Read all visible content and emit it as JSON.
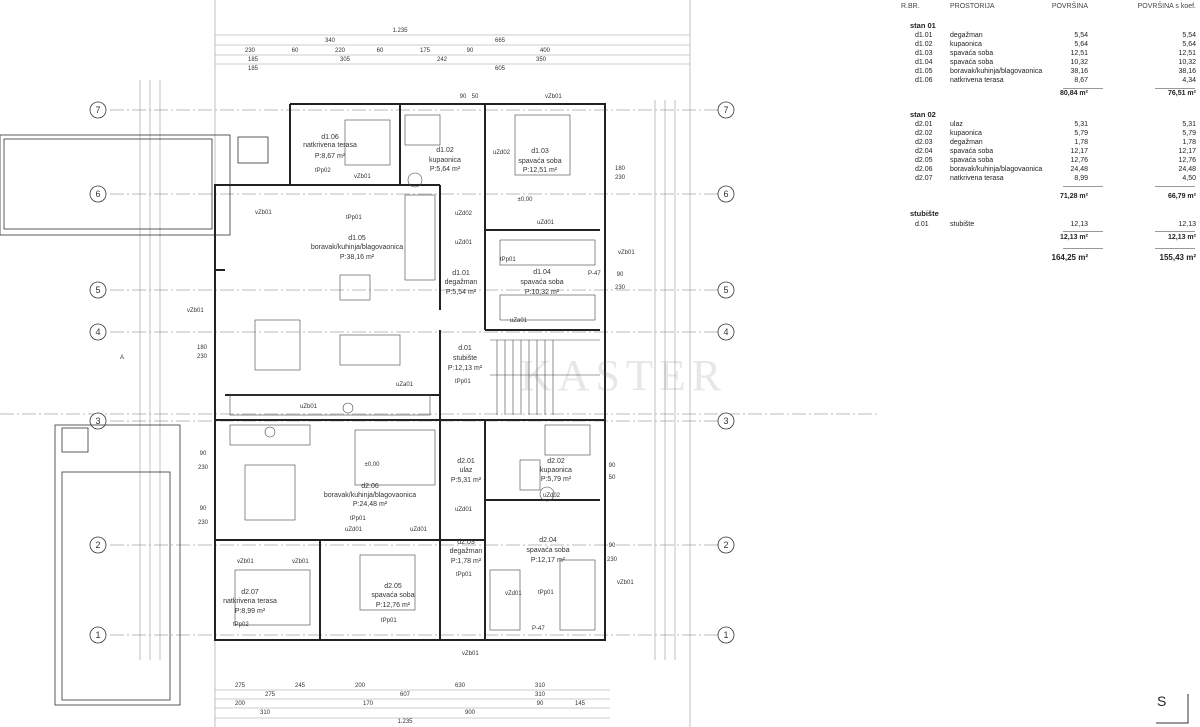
{
  "table": {
    "headers": {
      "rbr": "R.BR.",
      "prostorija": "PROSTORIJA",
      "povrsina": "POVRŠINA",
      "povrsina_koef": "POVRŠINA s koef."
    },
    "sections": [
      {
        "title": "stan 01",
        "rows": [
          {
            "id": "d1.01",
            "name": "degažman",
            "area": "5,54",
            "coef": "5,54"
          },
          {
            "id": "d1.02",
            "name": "kupaonica",
            "area": "5,64",
            "coef": "5,64"
          },
          {
            "id": "d1.03",
            "name": "spavaća soba",
            "area": "12,51",
            "coef": "12,51"
          },
          {
            "id": "d1.04",
            "name": "spavaća soba",
            "area": "10,32",
            "coef": "10,32"
          },
          {
            "id": "d1.05",
            "name": "boravak/kuhinja/blagovaonica",
            "area": "38,16",
            "coef": "38,16"
          },
          {
            "id": "d1.06",
            "name": "natkrivena terasa",
            "area": "8,67",
            "coef": "4,34"
          }
        ],
        "total_area": "80,84 m²",
        "total_coef": "76,51 m²"
      },
      {
        "title": "stan 02",
        "rows": [
          {
            "id": "d2.01",
            "name": "ulaz",
            "area": "5,31",
            "coef": "5,31"
          },
          {
            "id": "d2.02",
            "name": "kupaonica",
            "area": "5,79",
            "coef": "5,79"
          },
          {
            "id": "d2.03",
            "name": "degažman",
            "area": "1,78",
            "coef": "1,78"
          },
          {
            "id": "d2.04",
            "name": "spavaća soba",
            "area": "12,17",
            "coef": "12,17"
          },
          {
            "id": "d2.05",
            "name": "spavaća soba",
            "area": "12,76",
            "coef": "12,76"
          },
          {
            "id": "d2.06",
            "name": "boravak/kuhinja/blagovaonica",
            "area": "24,48",
            "coef": "24,48"
          },
          {
            "id": "d2.07",
            "name": "natkrivena terasa",
            "area": "8,99",
            "coef": "4,50"
          }
        ],
        "total_area": "71,28 m²",
        "total_coef": "66,79 m²"
      },
      {
        "title": "stubište",
        "rows": [
          {
            "id": "d.01",
            "name": "stubište",
            "area": "12,13",
            "coef": "12,13"
          }
        ],
        "total_area": "12,13 m²",
        "total_coef": "12,13 m²"
      }
    ],
    "grand_total_area": "164,25 m²",
    "grand_total_coef": "155,43 m²"
  },
  "plan": {
    "grid_axes": [
      "7",
      "6",
      "5",
      "4",
      "3",
      "2",
      "1"
    ],
    "rooms": [
      {
        "id": "d1.06",
        "name": "natkrivena terasa",
        "area": "P:8,67 m²"
      },
      {
        "id": "d1.02",
        "name": "kupaonica",
        "area": "P:5,64 m²"
      },
      {
        "id": "d1.03",
        "name": "spavaća soba",
        "area": "P:12,51 m²"
      },
      {
        "id": "d1.05",
        "name": "boravak/kuhinja/blagovaonica",
        "area": "P:38,16 m²"
      },
      {
        "id": "d1.01",
        "name": "degažman",
        "area": "P:5,54 m²"
      },
      {
        "id": "d1.04",
        "name": "spavaća soba",
        "area": "P:10,32 m²"
      },
      {
        "id": "d.01",
        "name": "stubište",
        "area": "P:12,13 m²"
      },
      {
        "id": "d2.01",
        "name": "ulaz",
        "area": "P:5,31 m²"
      },
      {
        "id": "d2.02",
        "name": "kupaonica",
        "area": "P:5,79 m²"
      },
      {
        "id": "d2.06",
        "name": "boravak/kuhinja/blagovaonica",
        "area": "P:24,48 m²"
      },
      {
        "id": "d2.03",
        "name": "degažman",
        "area": "P:1,78 m²"
      },
      {
        "id": "d2.04",
        "name": "spavaća soba",
        "area": "P:12,17 m²"
      },
      {
        "id": "d2.07",
        "name": "natkrivena terasa",
        "area": "P:8,99 m²"
      },
      {
        "id": "d2.05",
        "name": "spavaća soba",
        "area": "P:12,76 m²"
      }
    ],
    "codes": {
      "vzb01": "vZb01",
      "uzd01": "uZd01",
      "uzd02": "uZd02",
      "tpp01": "tPp01",
      "uza01": "uZa01",
      "uzb01": "uZb01",
      "vzd01": "vZd01",
      "tpp02": "tPp02",
      "pm47": "P-47"
    },
    "dimensions_top": [
      "1.235",
      "340",
      "665",
      "230",
      "60",
      "220",
      "60",
      "175",
      "90",
      "400",
      "185",
      "305",
      "242",
      "350",
      "605",
      "185"
    ],
    "dimensions_bottom": [
      "275",
      "275",
      "245",
      "200",
      "310",
      "200",
      "607",
      "630",
      "310",
      "170",
      "90",
      "145",
      "310",
      "900",
      "1.235"
    ],
    "side_dims": [
      "90",
      "50",
      "180",
      "230",
      "90",
      "230",
      "90",
      "50",
      "90",
      "230",
      "90",
      "230",
      "90",
      "230",
      "180",
      "230"
    ],
    "level_marks": [
      "±0,00",
      "±0,00"
    ],
    "section_mark": "A",
    "compass_letter": "S",
    "watermark": "KASTER"
  }
}
